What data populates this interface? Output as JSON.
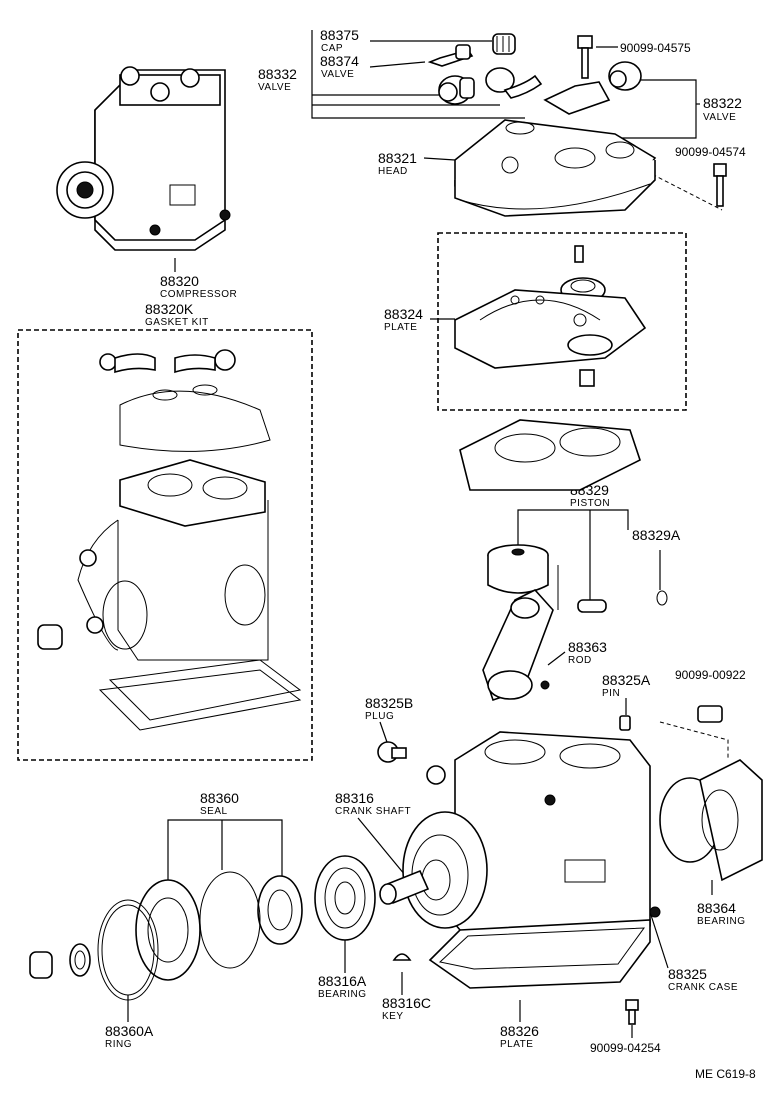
{
  "parts": [
    {
      "id": "p88375",
      "num": "88375",
      "name": "CAP"
    },
    {
      "id": "p88374",
      "num": "88374",
      "name": "VALVE"
    },
    {
      "id": "p88332",
      "num": "88332",
      "name": "VALVE"
    },
    {
      "id": "p9009904575",
      "num": "90099-04575",
      "name": ""
    },
    {
      "id": "p88322",
      "num": "88322",
      "name": "VALVE"
    },
    {
      "id": "p88321",
      "num": "88321",
      "name": "HEAD"
    },
    {
      "id": "p9009904574",
      "num": "90099-04574",
      "name": ""
    },
    {
      "id": "p88320",
      "num": "88320",
      "name": "COMPRESSOR"
    },
    {
      "id": "p88320K",
      "num": "88320K",
      "name": "GASKET KIT"
    },
    {
      "id": "p88324",
      "num": "88324",
      "name": "PLATE"
    },
    {
      "id": "p88329",
      "num": "88329",
      "name": "PISTON"
    },
    {
      "id": "p88329A",
      "num": "88329A",
      "name": ""
    },
    {
      "id": "p88363",
      "num": "88363",
      "name": "ROD"
    },
    {
      "id": "p88325A",
      "num": "88325A",
      "name": "PIN"
    },
    {
      "id": "p9009900922",
      "num": "90099-00922",
      "name": ""
    },
    {
      "id": "p88325B",
      "num": "88325B",
      "name": "PLUG"
    },
    {
      "id": "p88360",
      "num": "88360",
      "name": "SEAL"
    },
    {
      "id": "p88316",
      "num": "88316",
      "name": "CRANK SHAFT"
    },
    {
      "id": "p88364",
      "num": "88364",
      "name": "BEARING"
    },
    {
      "id": "p88325",
      "num": "88325",
      "name": "CRANK CASE"
    },
    {
      "id": "p88316A",
      "num": "88316A",
      "name": "BEARING"
    },
    {
      "id": "p88316C",
      "num": "88316C",
      "name": "KEY"
    },
    {
      "id": "p88360A",
      "num": "88360A",
      "name": "RING"
    },
    {
      "id": "p88326",
      "num": "88326",
      "name": "PLATE"
    },
    {
      "id": "p9009904254",
      "num": "90099-04254",
      "name": ""
    }
  ],
  "diagram_ref": "ME  C619-8"
}
